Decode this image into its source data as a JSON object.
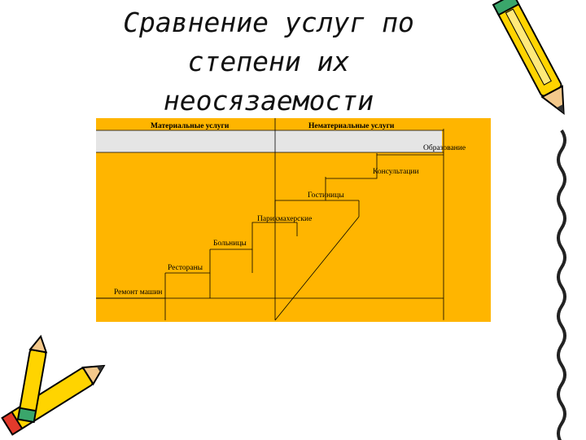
{
  "title": {
    "line1": "Сравнение услуг по",
    "line2": "степени их",
    "line3": "неосязаемости"
  },
  "diagram": {
    "header_left": "Материальные услуги",
    "header_right": "Нематериальные услуги",
    "steps": [
      "Образование",
      "Консультации",
      "Гостиницы",
      "Парикмахерские",
      "Больницы",
      "Рестораны",
      "Ремонт машин"
    ]
  },
  "colors": {
    "background": "#FFB500",
    "header_band": "#E5E5E5",
    "line": "#000000"
  },
  "icons": [
    "pencil-icon-right",
    "pencils-icon-bottom-left"
  ]
}
